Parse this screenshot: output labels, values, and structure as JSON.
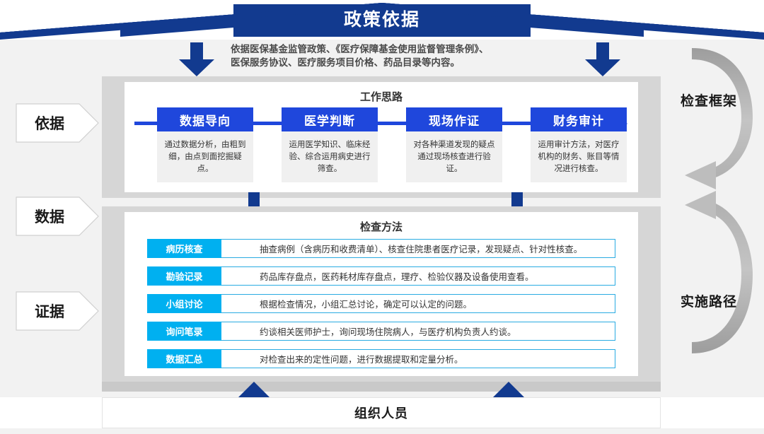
{
  "banner": {
    "title": "政策依据",
    "color": "#123a8f"
  },
  "policy_note": {
    "line1": "依据医保基金监管政策、《医疗保障基金使用监督管理条例》、",
    "line2": "医保服务协议、医疗服务项目价格、药品目录等内容。"
  },
  "colors": {
    "navy": "#123a8f",
    "royal_blue": "#1f47dc",
    "cyan": "#00b0f0",
    "panel_gray": "#d6d6d6",
    "page_gray": "#f2f2f2",
    "arrow_gray": "#b3b3b3"
  },
  "framework_panel": {
    "title": "工作思路",
    "steps": [
      {
        "head": "数据导向",
        "body": "通过数据分析，由粗到细，由点到面挖掘疑点。"
      },
      {
        "head": "医学判断",
        "body": "运用医学知识、临床经验、综合运用病史进行筛查。"
      },
      {
        "head": "现场作证",
        "body": "对各种渠道发现的疑点通过现场核查进行验证。"
      },
      {
        "head": "财务审计",
        "body": "运用审计方法，对医疗机构的财务、账目等情况进行核查。"
      }
    ]
  },
  "methods_panel": {
    "title": "检查方法",
    "rows": [
      {
        "tag": "病历核查",
        "desc": "抽查病例（含病历和收费清单）、核查住院患者医疗记录，发现疑点、针对性核查。"
      },
      {
        "tag": "勘验记录",
        "desc": "药品库存盘点，医药耗材库存盘点，理疗、检验仪器及设备使用查看。"
      },
      {
        "tag": "小组讨论",
        "desc": "根据检查情况，小组汇总讨论，确定可以认定的问题。"
      },
      {
        "tag": "询问笔录",
        "desc": "约谈相关医师护士，询问现场住院病人，与医疗机构负责人约谈。"
      },
      {
        "tag": "数据汇总",
        "desc": "对检查出来的定性问题，进行数据提取和定量分析。"
      }
    ]
  },
  "left_chevrons": [
    {
      "label": "依据"
    },
    {
      "label": "数据"
    },
    {
      "label": "证据"
    }
  ],
  "right_labels": [
    {
      "label": "检查框架"
    },
    {
      "label": "实施路径"
    }
  ],
  "bottom_bar": {
    "label": "组织人员"
  }
}
